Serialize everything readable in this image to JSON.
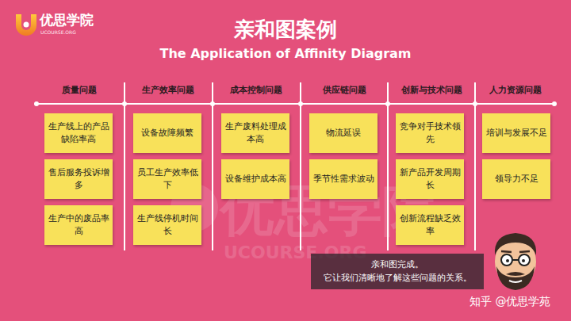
{
  "diagram": {
    "title": "亲和图案例",
    "nodes": [
      {
        "text": [
          "生产线上的产品缺陷率高"
        ]
      },
      {
        "text": [
          "售后服务投诉增多"
        ]
      },
      {
        "text": [
          "生产中的废品率高"
        ]
      },
      {
        "text": [
          "设备故障频繁"
        ]
      },
      {
        "text": [
          "员工生产效率低下"
        ]
      },
      {
        "text": [
          "生产线停机时间长"
        ]
      },
      {
        "text": [
          "生产废料处理成本高"
        ]
      },
      {
        "text": [
          "设备维护成本高"
        ]
      },
      {
        "text": [
          "物流延误"
        ]
      },
      {
        "text": [
          "季节性需求波动"
        ]
      },
      {
        "text": [
          "竞争对手技术领先"
        ]
      },
      {
        "text": [
          "新产品开发周期长"
        ]
      },
      {
        "text": [
          "创新流程缺乏效率"
        ]
      },
      {
        "text": [
          "培训与发展不足"
        ]
      },
      {
        "text": [
          "领导力不足"
        ]
      },
      {
        "text": [
          "亲和图完成。",
          "它让我们清晰地了解这些问题的关系。"
        ]
      }
    ],
    "labels": [
      "优思学院",
      "UCOURSE.ORG",
      "The Application of Affinity Diagram",
      "质量问题",
      "生产效率问题",
      "成本控制问题",
      "供应链问题",
      "创新与技术问题",
      "人力资源问题",
      "优思学院",
      "UCOURSE.ORG",
      "知乎 @优思学苑"
    ]
  }
}
